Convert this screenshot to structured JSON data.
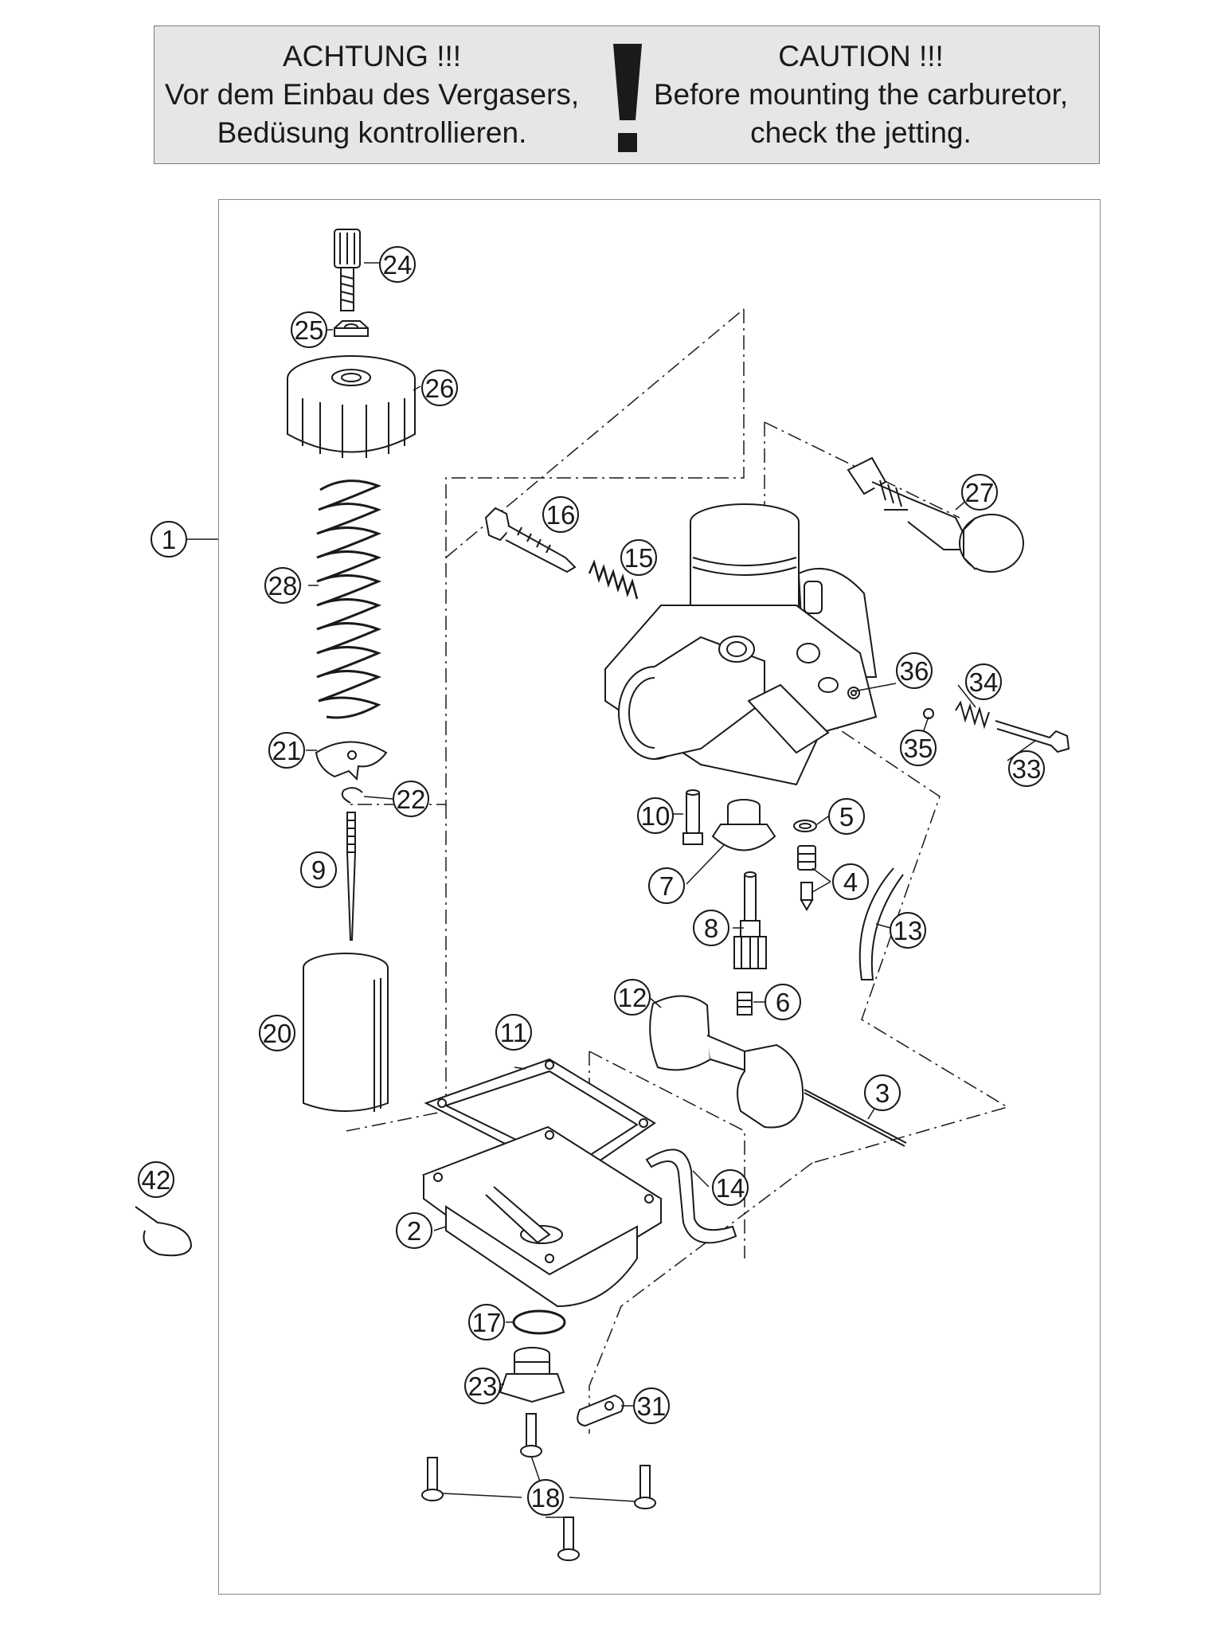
{
  "notice": {
    "de": [
      "ACHTUNG !!!",
      "Vor dem Einbau des Vergasers,",
      "Bedüsung kontrollieren."
    ],
    "en": [
      "CAUTION !!!",
      "Before mounting the carburetor,",
      "check the jetting."
    ],
    "icon": "exclamation-icon"
  },
  "callouts": {
    "c1": "1",
    "c2": "2",
    "c3": "3",
    "c4": "4",
    "c5": "5",
    "c6": "6",
    "c7": "7",
    "c8": "8",
    "c9": "9",
    "c10": "10",
    "c11": "11",
    "c12": "12",
    "c13": "13",
    "c14": "14",
    "c15": "15",
    "c16": "16",
    "c17": "17",
    "c18": "18",
    "c20": "20",
    "c21": "21",
    "c22": "22",
    "c23": "23",
    "c24": "24",
    "c25": "25",
    "c26": "26",
    "c27": "27",
    "c28": "28",
    "c31": "31",
    "c33": "33",
    "c34": "34",
    "c35": "35",
    "c36": "36",
    "c42": "42"
  },
  "colors": {
    "line": "#1a1a1a",
    "part_fill": "#ffffff",
    "notice_bg": "#e6e6e6",
    "frame": "#8a8a8a"
  }
}
